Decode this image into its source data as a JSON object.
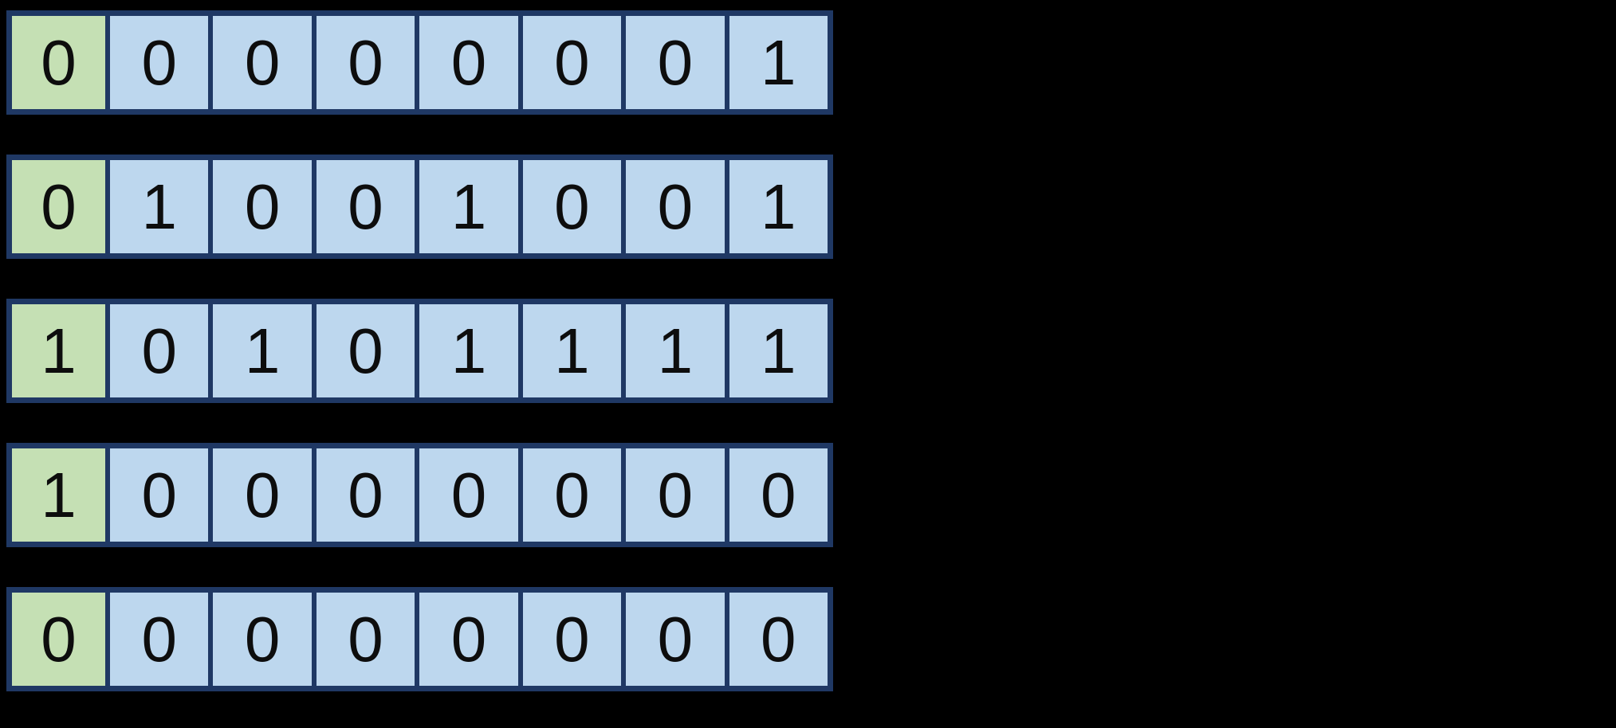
{
  "page": {
    "background": "#000000"
  },
  "grid": {
    "border_color": "#1F3864",
    "lead_fill": "#C5E0B4",
    "bit_fill": "#BDD7EE",
    "digit_color": "#0D0D0D",
    "rows": [
      {
        "lead": "0",
        "bits": [
          "0",
          "0",
          "0",
          "0",
          "0",
          "0",
          "1"
        ]
      },
      {
        "lead": "0",
        "bits": [
          "1",
          "0",
          "0",
          "1",
          "0",
          "0",
          "1"
        ]
      },
      {
        "lead": "1",
        "bits": [
          "0",
          "1",
          "0",
          "1",
          "1",
          "1",
          "1"
        ]
      },
      {
        "lead": "1",
        "bits": [
          "0",
          "0",
          "0",
          "0",
          "0",
          "0",
          "0"
        ]
      },
      {
        "lead": "0",
        "bits": [
          "0",
          "0",
          "0",
          "0",
          "0",
          "0",
          "0"
        ]
      }
    ]
  }
}
